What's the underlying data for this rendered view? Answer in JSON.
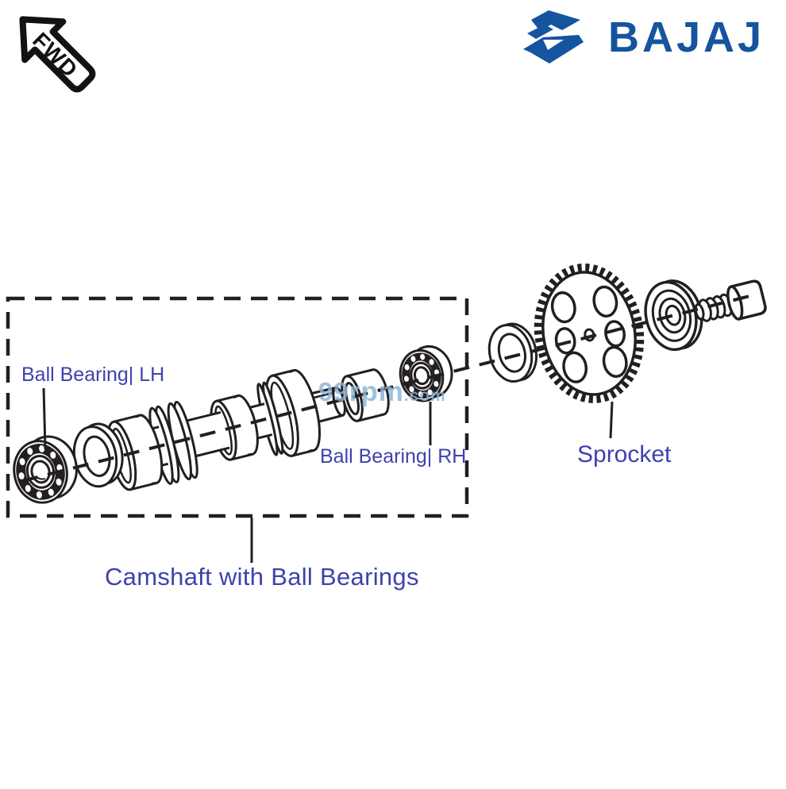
{
  "theme": {
    "ink": "#231f20",
    "brand-blue": "#15549f",
    "label-blue": "#3e42ae",
    "watermark-blue": "#8ab4d8",
    "bg": "#ffffff"
  },
  "header": {
    "fwd_label": "FWD",
    "brand_name": "BAJAJ"
  },
  "diagram": {
    "labels": {
      "bearing_lh": "Ball Bearing| LH",
      "bearing_rh": "Ball Bearing| RH",
      "sprocket": "Sprocket",
      "camshaft": "Camshaft with Ball Bearings"
    },
    "watermark": {
      "prefix": "99",
      "word": "rpm",
      "suffix": ".com"
    }
  }
}
